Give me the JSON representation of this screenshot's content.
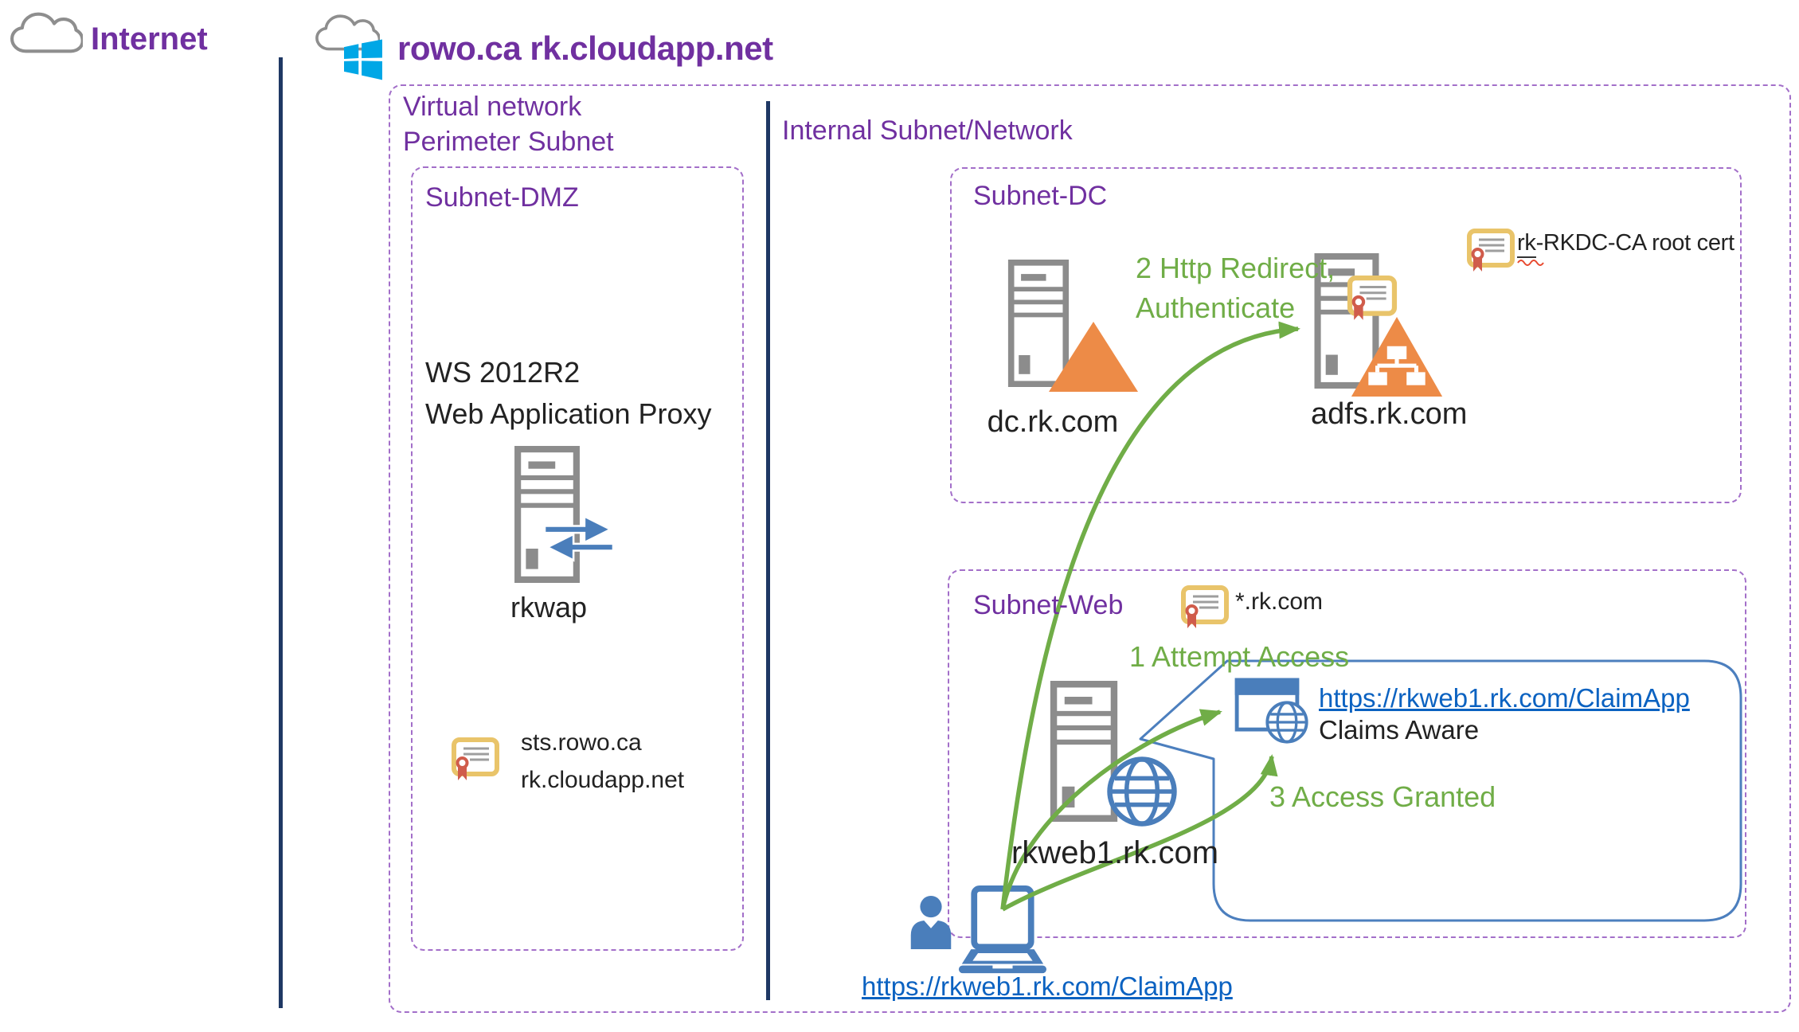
{
  "header": {
    "internet_label": "Internet",
    "domain_title": "rowo.ca rk.cloudapp.net"
  },
  "perimeter": {
    "section_label": "Virtual network\nPerimeter Subnet",
    "subnet_dmz": {
      "label": "Subnet-DMZ",
      "server_title": "WS 2012R2\nWeb Application Proxy",
      "server_name": "rkwap",
      "cert_label": "sts.rowo.ca\nrk.cloudapp.net"
    }
  },
  "internal": {
    "section_label": "Internal Subnet/Network",
    "subnet_dc": {
      "label": "Subnet-DC",
      "dc_name": "dc.rk.com",
      "adfs_name": "adfs.rk.com",
      "root_cert_prefix": "rk",
      "root_cert_rest": "-RKDC-CA root cert",
      "redirect_label": "2 Http Redirect,\nAuthenticate"
    },
    "subnet_web": {
      "label": "Subnet-Web",
      "cert_label": "*.rk.com",
      "attempt_label": "1 Attempt Access",
      "granted_label": "3 Access Granted",
      "app_url": "https://rkweb1.rk.com/ClaimApp",
      "app_subtitle": "Claims Aware",
      "server_name": "rkweb1.rk.com"
    }
  },
  "client": {
    "url": "https://rkweb1.rk.com/ClaimApp"
  },
  "colors": {
    "purple_text": "#7030A0",
    "dashed_border": "#A36FC9",
    "navy_divider": "#1F3864",
    "green_accent": "#70AD47",
    "orange_accent": "#ED8B47",
    "steel_blue": "#4A7EBB",
    "windows_blue": "#00A7E6",
    "cert_gold": "#E9C46A",
    "cert_ribbon": "#D05C4B",
    "server_gray": "#8C8C8C",
    "hyperlink_blue": "#0B62C1"
  }
}
